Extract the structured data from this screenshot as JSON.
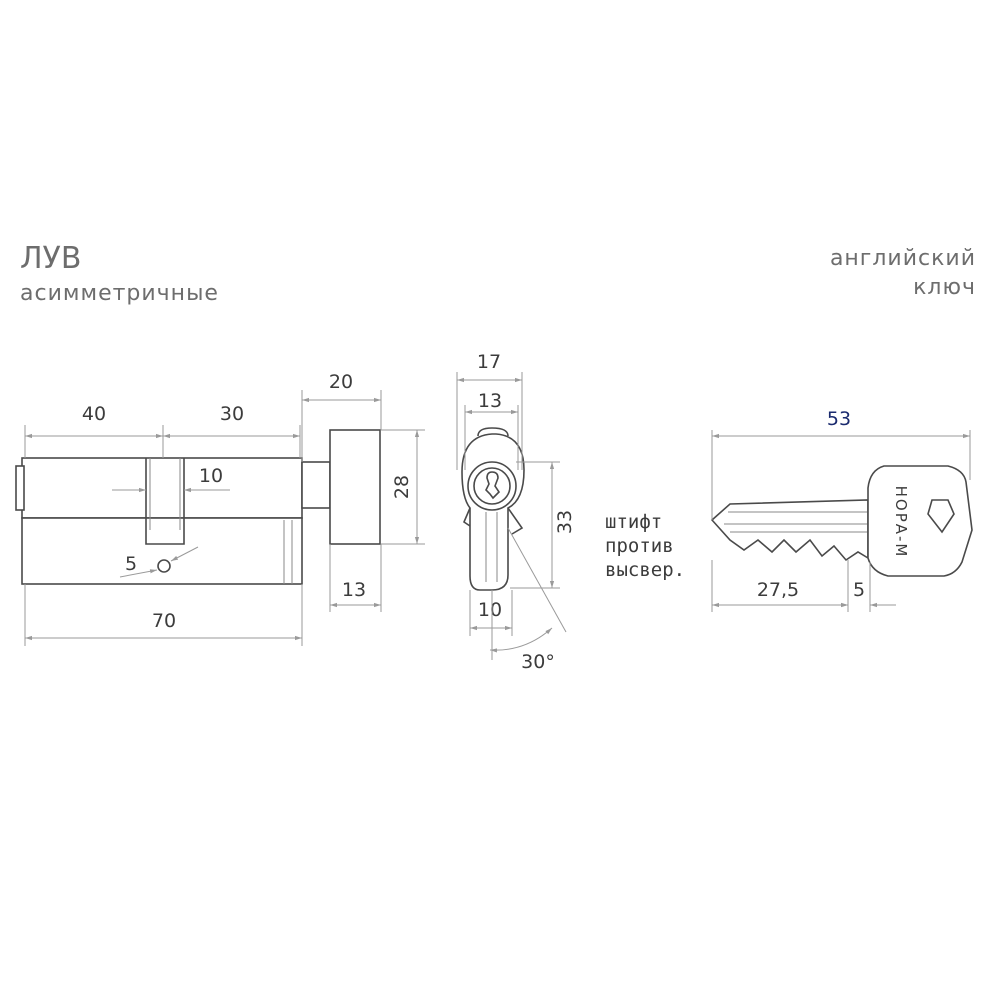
{
  "header": {
    "product_code": "ЛУВ",
    "product_type": "асимметричные",
    "key_type_line1": "английский",
    "key_type_line2": "ключ"
  },
  "cylinder_side": {
    "dim_40": "40",
    "dim_30": "30",
    "dim_20": "20",
    "dim_10": "10",
    "dim_28": "28",
    "dim_5": "5",
    "dim_13": "13",
    "dim_70": "70"
  },
  "cylinder_front": {
    "dim_17": "17",
    "dim_13": "13",
    "dim_33": "33",
    "dim_10": "10",
    "angle": "30°",
    "note_line1": "штифт",
    "note_line2": "против",
    "note_line3": "высвер."
  },
  "key": {
    "dim_53": "53",
    "dim_27_5": "27,5",
    "dim_5": "5",
    "brand": "НОРА-М"
  },
  "colors": {
    "text": "#6d6d6d",
    "lines": "#4a4a4a",
    "accent_dimension": "#1a2a6e"
  }
}
